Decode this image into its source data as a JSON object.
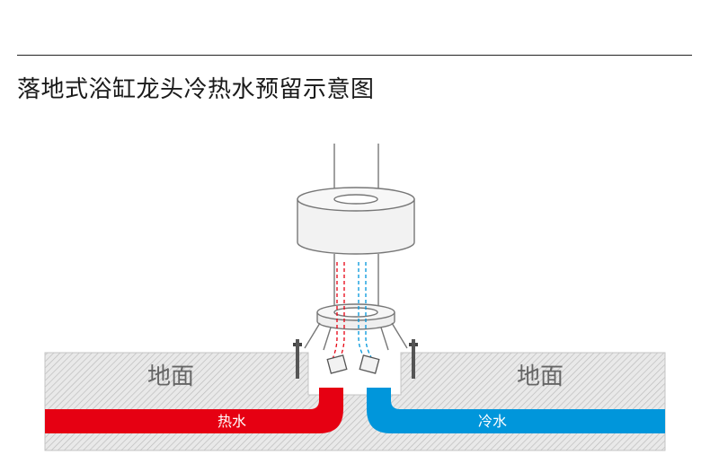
{
  "title": "落地式浴缸龙头冷热水预留示意图",
  "labels": {
    "ground_left": "地面",
    "ground_right": "地面",
    "hot_water": "热水",
    "cold_water": "冷水"
  },
  "colors": {
    "hot_pipe": "#e60012",
    "cold_pipe": "#0096db",
    "ground_hatch": "#bdbdbd",
    "outline": "#777777",
    "label_gray": "#666666",
    "pipe_text": "#ffffff"
  }
}
